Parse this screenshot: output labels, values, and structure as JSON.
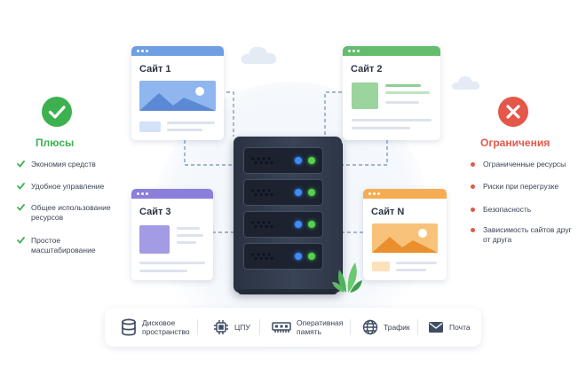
{
  "sites": [
    {
      "title": "Сайт 1",
      "color": "#6f9fe3"
    },
    {
      "title": "Сайт 2",
      "color": "#63bd6c"
    },
    {
      "title": "Сайт 3",
      "color": "#8a7fdb"
    },
    {
      "title": "Сайт N",
      "color": "#f5ad53"
    }
  ],
  "pros": {
    "title": "Плюсы",
    "color": "#3db14f",
    "icon": "check-icon",
    "items": [
      "Экономия средств",
      "Удобное управление",
      "Общее использование ресурсов",
      "Простое масштабирование"
    ]
  },
  "limits": {
    "title": "Ограничения",
    "color": "#e5574a",
    "icon": "close-icon",
    "items": [
      "Ограниченные ресурсы",
      "Риски при перегрузке",
      "Безопасность",
      "Зависимость сайтов друг от друга"
    ]
  },
  "resources": [
    {
      "label": "Дисковое пространство",
      "icon": "database-icon"
    },
    {
      "label": "ЦПУ",
      "icon": "cpu-icon"
    },
    {
      "label": "Оперативная память",
      "icon": "ram-icon"
    },
    {
      "label": "Трафик",
      "icon": "globe-icon"
    },
    {
      "label": "Почта",
      "icon": "mail-icon"
    }
  ]
}
